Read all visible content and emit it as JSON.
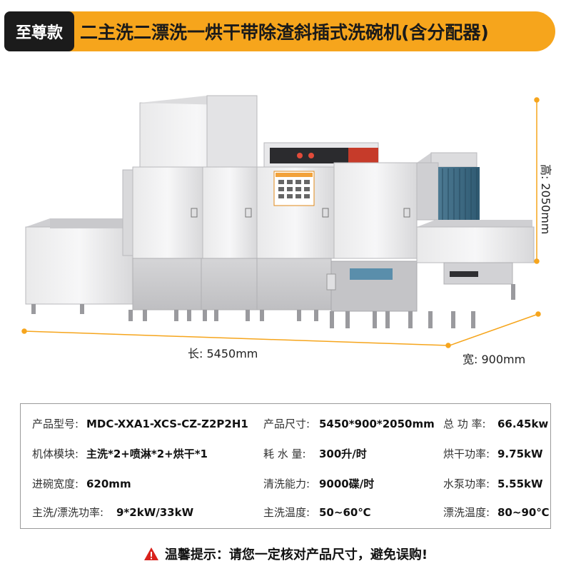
{
  "header": {
    "badge": "至尊款",
    "title": "二主洗二漂洗一烘干带除渣斜插式洗碗机(含分配器)"
  },
  "dimensions": {
    "length": "长: 5450mm",
    "width": "宽: 900mm",
    "height": "高: 2050mm"
  },
  "specs": [
    [
      {
        "label": "产品型号:",
        "value": "MDC-XXA1-XCS-CZ-Z2P2H1"
      },
      {
        "label": "产品尺寸:",
        "value": "5450*900*2050mm"
      },
      {
        "label": "总 功 率:",
        "value": "66.45kw"
      }
    ],
    [
      {
        "label": "机体模块:",
        "value": "主洗*2+喷淋*2+烘干*1"
      },
      {
        "label": "耗 水 量:",
        "value": "300升/时"
      },
      {
        "label": "烘干功率:",
        "value": "9.75kW"
      }
    ],
    [
      {
        "label": "进碗宽度:",
        "value": "620mm"
      },
      {
        "label": "清洗能力:",
        "value": "9000碟/时"
      },
      {
        "label": "水泵功率:",
        "value": "5.55kW"
      }
    ],
    [
      {
        "label": "主洗/漂洗功率:",
        "value": "9*2kW/33kW"
      },
      {
        "label": "主洗温度:",
        "value": "50~60℃"
      },
      {
        "label": "漂洗温度:",
        "value": "80~90℃"
      }
    ]
  ],
  "footer": {
    "warning": "温馨提示：请您一定核对产品尺寸，避免误购!",
    "icon": "warning-triangle-icon"
  },
  "colors": {
    "banner": "#f6a51c",
    "badge": "#1b1b1b",
    "dimension_line": "#f6a51c",
    "warning_icon": "#d9221c"
  }
}
